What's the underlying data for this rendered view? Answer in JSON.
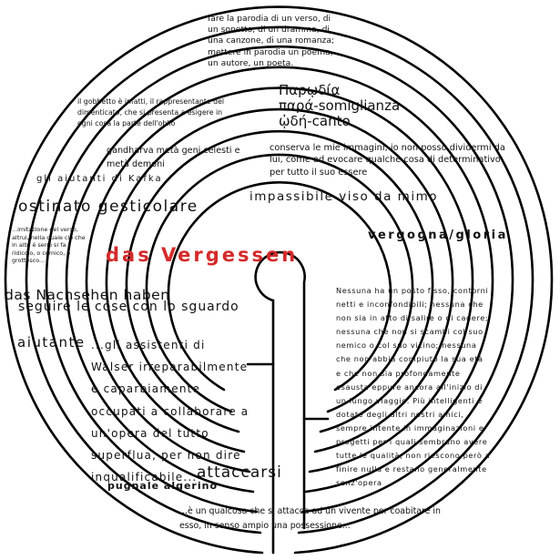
{
  "colors": {
    "maze_stroke": "#000000",
    "accent": "#d42a2a",
    "text": "#111111"
  },
  "texts": {
    "parodia_def": "fare la parodia di un verso, di un sonetto, di un dramma, di una canzone, di una romanza; mettere in parodia un poema, un autore, un poeta.",
    "greek1": "Παρῳδία",
    "greek2": "παρά-somiglianza",
    "greek3": "ᾠδή-canto",
    "gobbetto": "il gobbetto è infatti, il rappresentante del dimenticato, che si presenta a esigere in ogni cosa la parte dell'oblio",
    "gandharva": "gandharva metà geni celesti e metà demoni",
    "aiutanti_kafka": "gli aiutanti di Kafka",
    "conserva": "conserva le mie immagini, io non posso dividermi da lui, come ad evocare qualche cosa di determinativo per tutto il suo essere",
    "ostinato": "ostinato gesticolare",
    "impassibile": "impassibile viso da mimo",
    "imitazione": "...imitazione del verso, altrui, nella quale ciò che in altri è serio si fa ridicolo, o comico, o grottesco...",
    "vergogna": "vergogna/gloria",
    "das_vergessen": "das Vergessen",
    "nachsehen": "das Nachsehen haben",
    "seguire": "seguire le cose con lo sguardo",
    "nessuna": "Nessuna ha un posto fisso, contorni netti e inconfondibili; nessuna che non sia in atto di salire o di cadere; nessuna che non si scambi col suo nemico o col suo vicino; nessuna che non abbia compiuto la sua età e che non sia profondamente esausta eppure ancora all'inizio di un lungo viaggio. Più intelligenti e dotate degli altri nostri amici, sempre intente in immaginazioni e progetti per i quali sembrano avere tutte le qualità, non riescono però a finire nulla e restano generalmente senz'opera",
    "aiutante": "aiutante",
    "assistenti": "...gli assistenti di Walser irreparabilmente e caparbiamente occupati a collaborare a un'opera del tutto superflua, per non dire inqualificabile...",
    "attaccarsi": "attaccarsi",
    "pugnale": "pugnale algerino",
    "qualcosa": "...è un qualcosa che si attacca ad un vivente per coabitare in esso, in senso ampio una possessione..."
  }
}
